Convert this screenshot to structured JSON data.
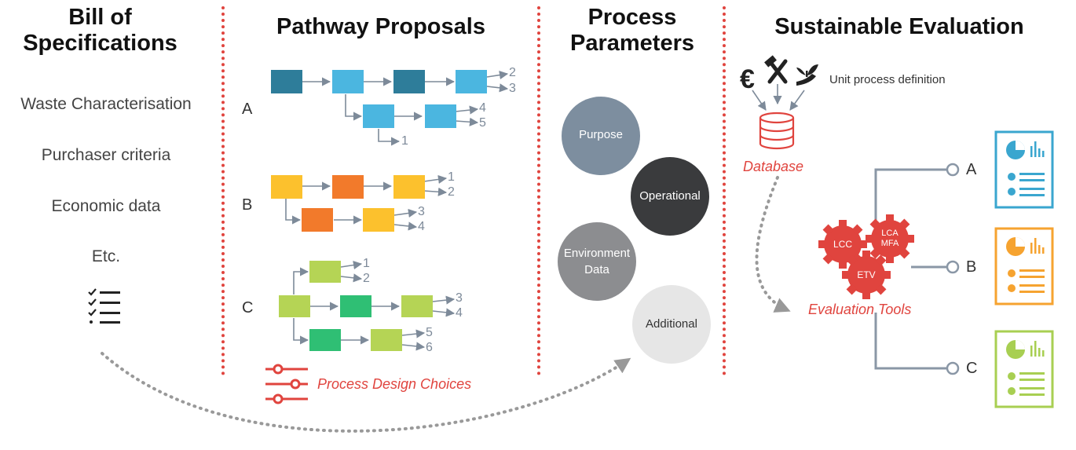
{
  "columns": {
    "bill": {
      "title_line1": "Bill of",
      "title_line2": "Specifications"
    },
    "pathway": {
      "title": "Pathway Proposals"
    },
    "process": {
      "title_line1": "Process",
      "title_line2": "Parameters"
    },
    "sustainable": {
      "title": "Sustainable Evaluation"
    }
  },
  "specifications": [
    "Waste Characterisation",
    "Purchaser criteria",
    "Economic data",
    "Etc."
  ],
  "pathways": {
    "labels": [
      "A",
      "B",
      "C"
    ],
    "A_outputs": [
      "2",
      "3",
      "4",
      "5",
      "1"
    ],
    "B_outputs": [
      "1",
      "2",
      "3",
      "4"
    ],
    "C_outputs": [
      "1",
      "2",
      "3",
      "4",
      "5",
      "6"
    ],
    "design_choices": "Process Design Choices"
  },
  "parameters": [
    "Purpose",
    "Operational",
    "Environment Data",
    "Additional"
  ],
  "evaluation": {
    "unit_process": "Unit process definition",
    "database": "Database",
    "evaluation_tools": "Evaluation Tools",
    "tools": [
      "LCC",
      "LCA MFA",
      "ETV"
    ],
    "outcomes": [
      "A",
      "B",
      "C"
    ]
  },
  "colors": {
    "accent_red": "#e0443e",
    "dark_teal": "#2e7d9a",
    "light_blue": "#4bb6e0",
    "yellow": "#fcc12d",
    "orange": "#f27a2b",
    "lime": "#b5d455",
    "green": "#2fbf74",
    "report_blue": "#3aa6cf",
    "report_orange": "#f6a330",
    "report_green": "#a8cf52"
  }
}
